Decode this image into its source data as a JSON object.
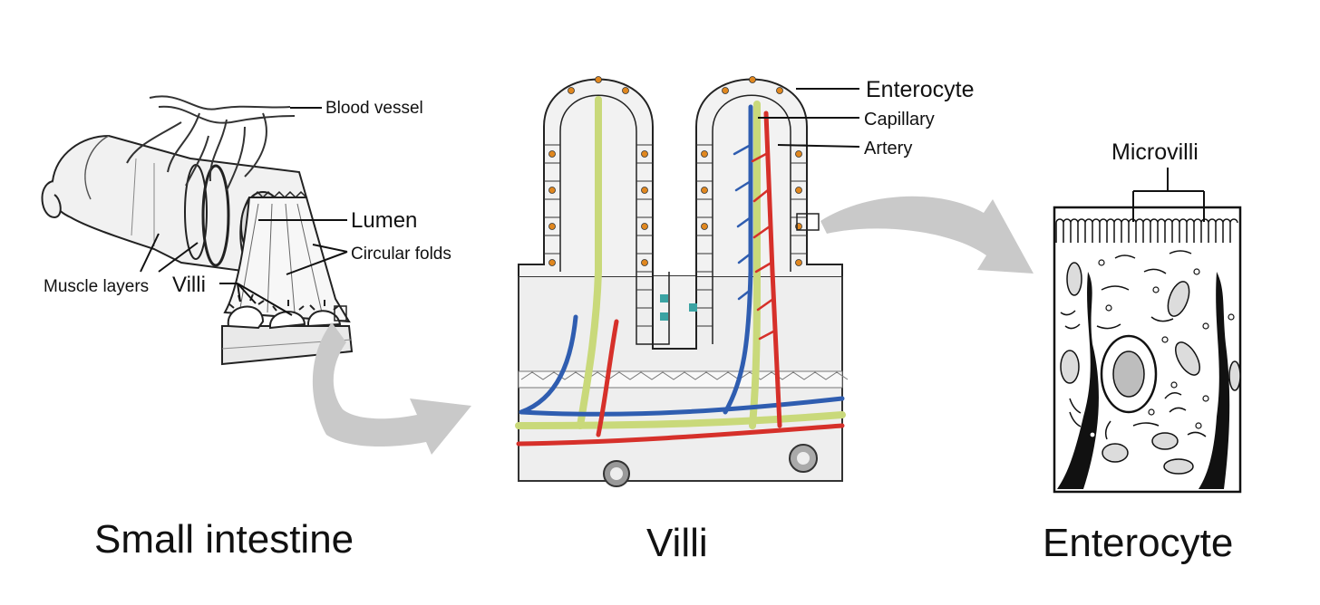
{
  "panels": {
    "small_intestine": {
      "caption": "Small intestine",
      "labels": {
        "blood_vessel": "Blood vessel",
        "lumen": "Lumen",
        "circular_folds": "Circular folds",
        "muscle_layers": "Muscle layers",
        "villi": "Villi"
      }
    },
    "villi": {
      "caption": "Villi",
      "labels": {
        "enterocyte": "Enterocyte",
        "capillary": "Capillary",
        "artery": "Artery"
      }
    },
    "enterocyte": {
      "caption": "Enterocyte",
      "labels": {
        "microvilli": "Microvilli"
      }
    }
  },
  "colors": {
    "vein": "#2f5db0",
    "artery": "#d6302a",
    "lacteal": "#c9d97a",
    "cell_nucleus": "#e0871f",
    "goblet": "#3aa3a3",
    "arrow": "#c9c9c9",
    "tissue": "#eeeeee"
  }
}
